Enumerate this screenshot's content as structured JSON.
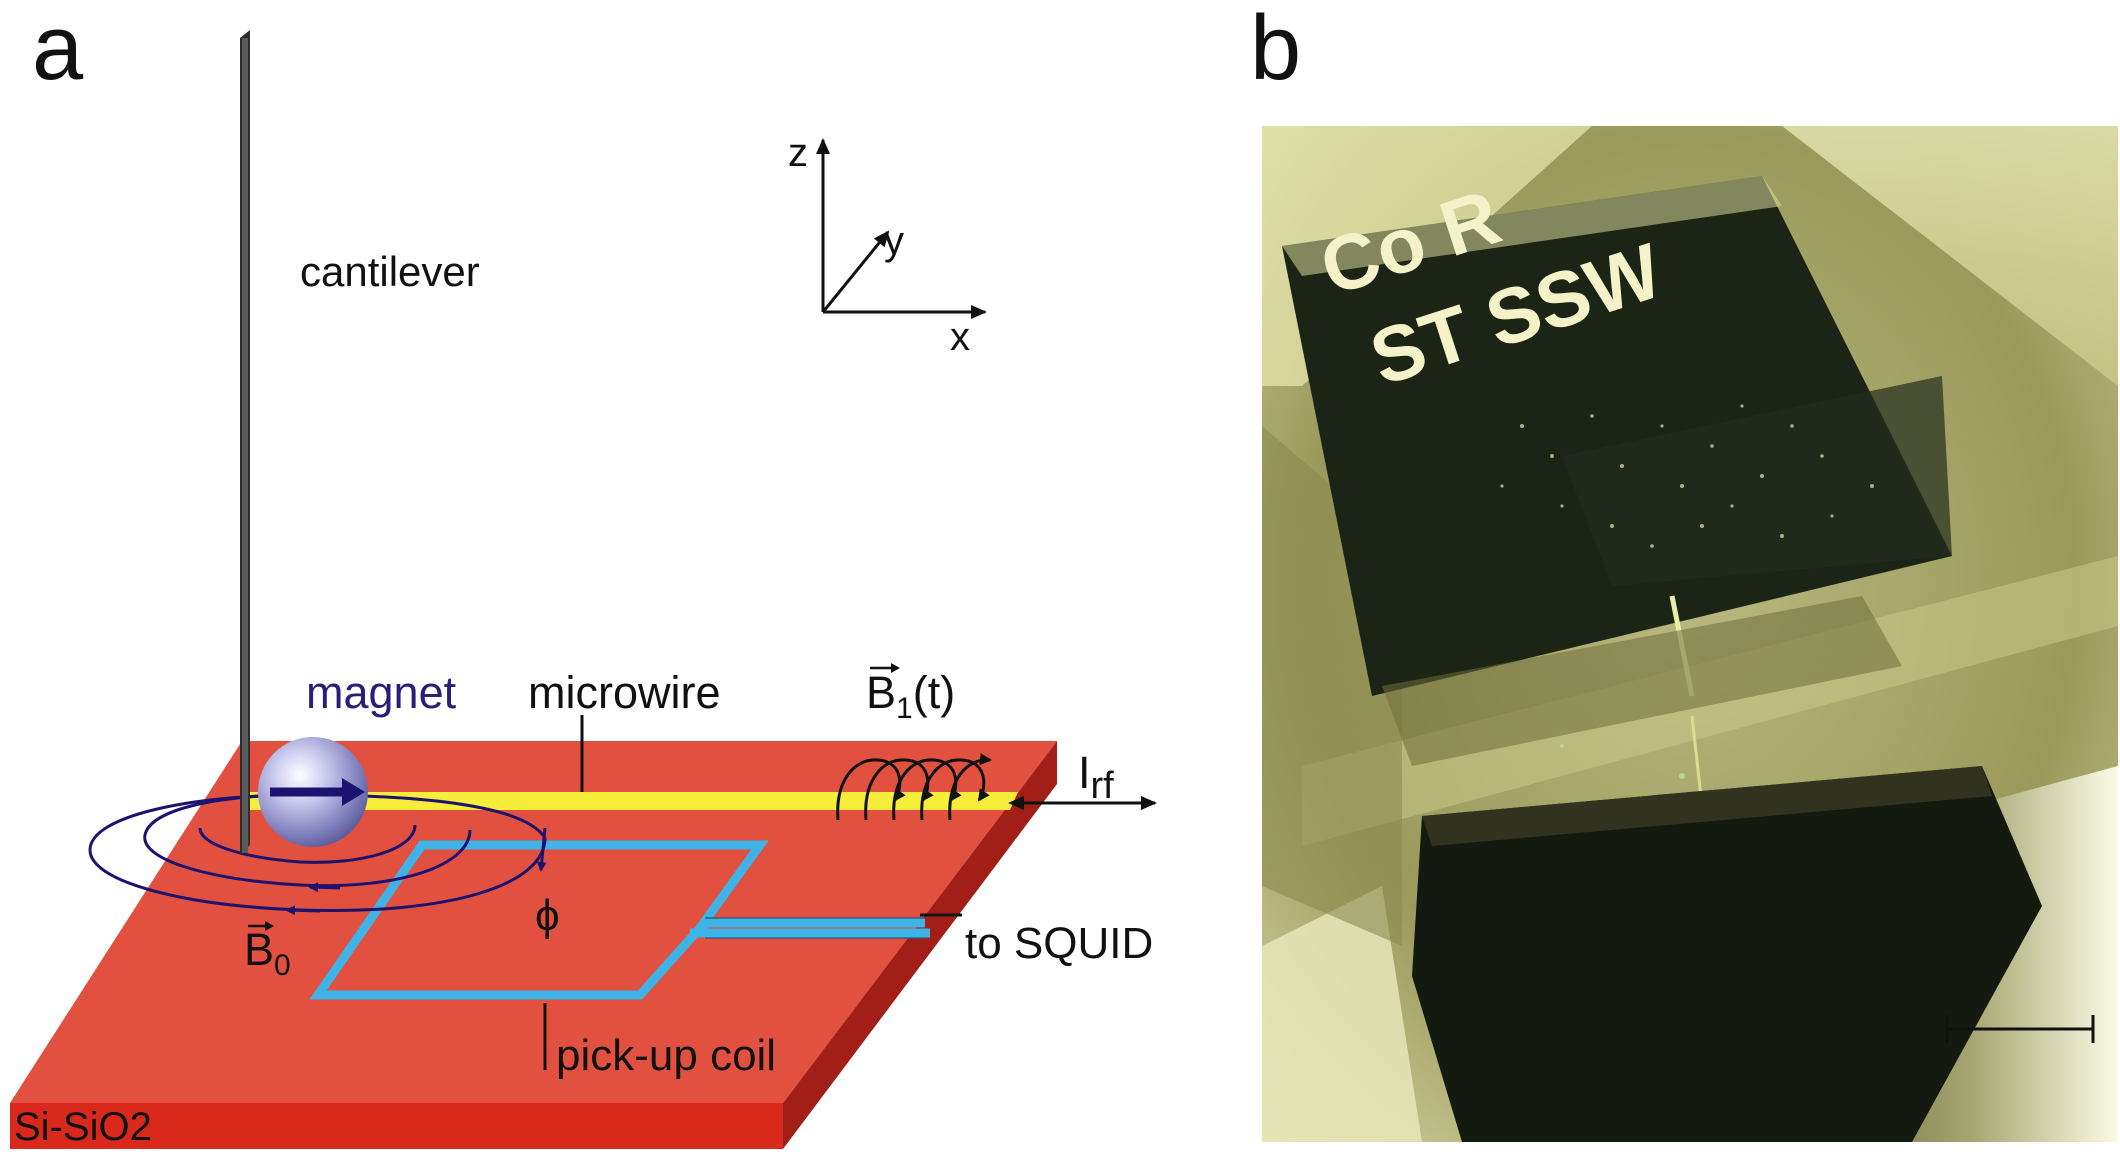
{
  "panels": {
    "a": {
      "letter": "a",
      "labels": {
        "cantilever": "cantilever",
        "magnet": "magnet",
        "microwire": "microwire",
        "b1": "B",
        "b1_sub": "1",
        "b1_arg": "(t)",
        "irf": "I",
        "irf_sub": "rf",
        "phi": "ϕ",
        "b0": "B",
        "b0_sub": "0",
        "squid": "to SQUID",
        "coil": "pick-up coil",
        "substrate": "Si-SiO2"
      },
      "axes": {
        "z": "z",
        "y": "y",
        "x": "x"
      },
      "colors": {
        "substrate_top": "#e2513f",
        "substrate_front": "#d8291c",
        "substrate_side": "#a11f17",
        "microwire": "#f6ec3a",
        "coil": "#3fb2e6",
        "cantilever": "#4a4a4a",
        "field_lines": "#1d1270",
        "magnet_text": "#2a1e78"
      }
    },
    "b": {
      "letter": "b",
      "image_description_icon": "microscope-photo-icon",
      "photo_text_top": "Co R",
      "photo_text_bottom": "ST SSW"
    }
  }
}
